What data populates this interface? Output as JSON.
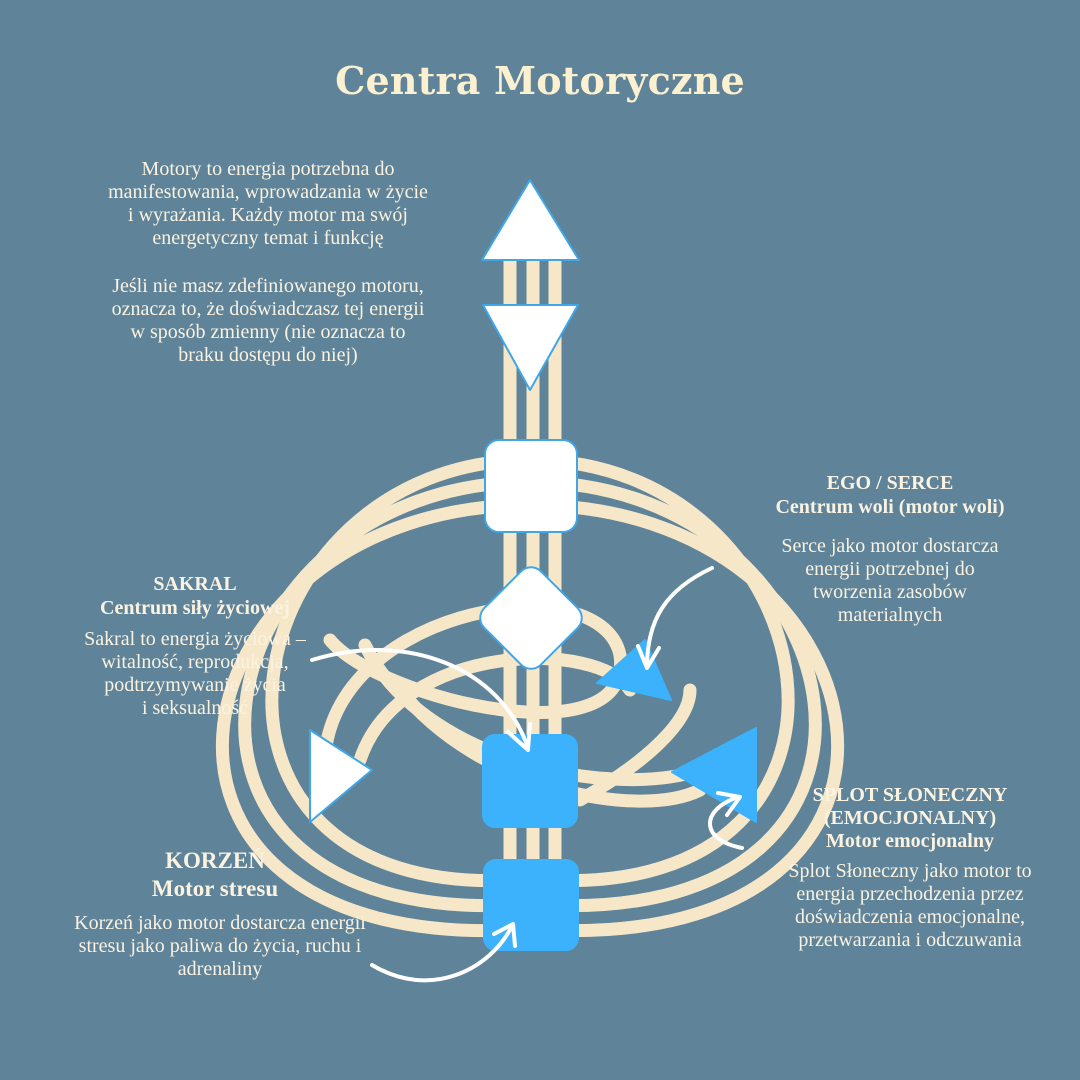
{
  "title": "Centra Motoryczne",
  "intro": {
    "p1": [
      "Motory to energia potrzebna do",
      "manifestowania, wprowadzania w życie",
      "i wyrażania. Każdy motor ma swój",
      "energetyczny temat i funkcję"
    ],
    "p2": [
      "Jeśli nie masz zdefiniowanego motoru,",
      "oznacza to, że doświadczasz tej energii",
      "w sposób zmienny (nie oznacza to",
      "braku dostępu do niej)"
    ]
  },
  "centers": {
    "ego": {
      "heading": [
        "EGO / SERCE",
        "Centrum woli (motor woli)"
      ],
      "description": [
        "Serce jako motor dostarcza",
        "energii potrzebnej do",
        "tworzenia zasobów",
        "materialnych"
      ]
    },
    "sakral": {
      "heading": [
        "SAKRAL",
        "Centrum siły życiowej"
      ],
      "description": [
        "Sakral to energia życiowa –",
        "witalność, reprodukcja,",
        "podtrzymywanie życia",
        "i seksualność"
      ]
    },
    "splot": {
      "heading": [
        "SPLOT SŁONECZNY",
        "(EMOCJONALNY)",
        "Motor emocjonalny"
      ],
      "description": [
        "Splot Słoneczny jako motor to",
        "energia przechodzenia przez",
        "doświadczenia emocjonalne,",
        "przetwarzania i odczuwania"
      ]
    },
    "korzen": {
      "heading": [
        "KORZEŃ",
        "Motor stresu"
      ],
      "description": [
        "Korzeń jako motor dostarcza energii",
        "stresu jako paliwa do życia, ruchu i",
        "adrenaliny"
      ]
    }
  },
  "colors": {
    "background": "#5f8398",
    "channel": "#f6e7c9",
    "undefined_center": "#ffffff",
    "center_outline": "#3fa6e8",
    "motor_center": "#3bb2fb",
    "text": "#fbf3e2",
    "arrow": "#ffffff"
  }
}
